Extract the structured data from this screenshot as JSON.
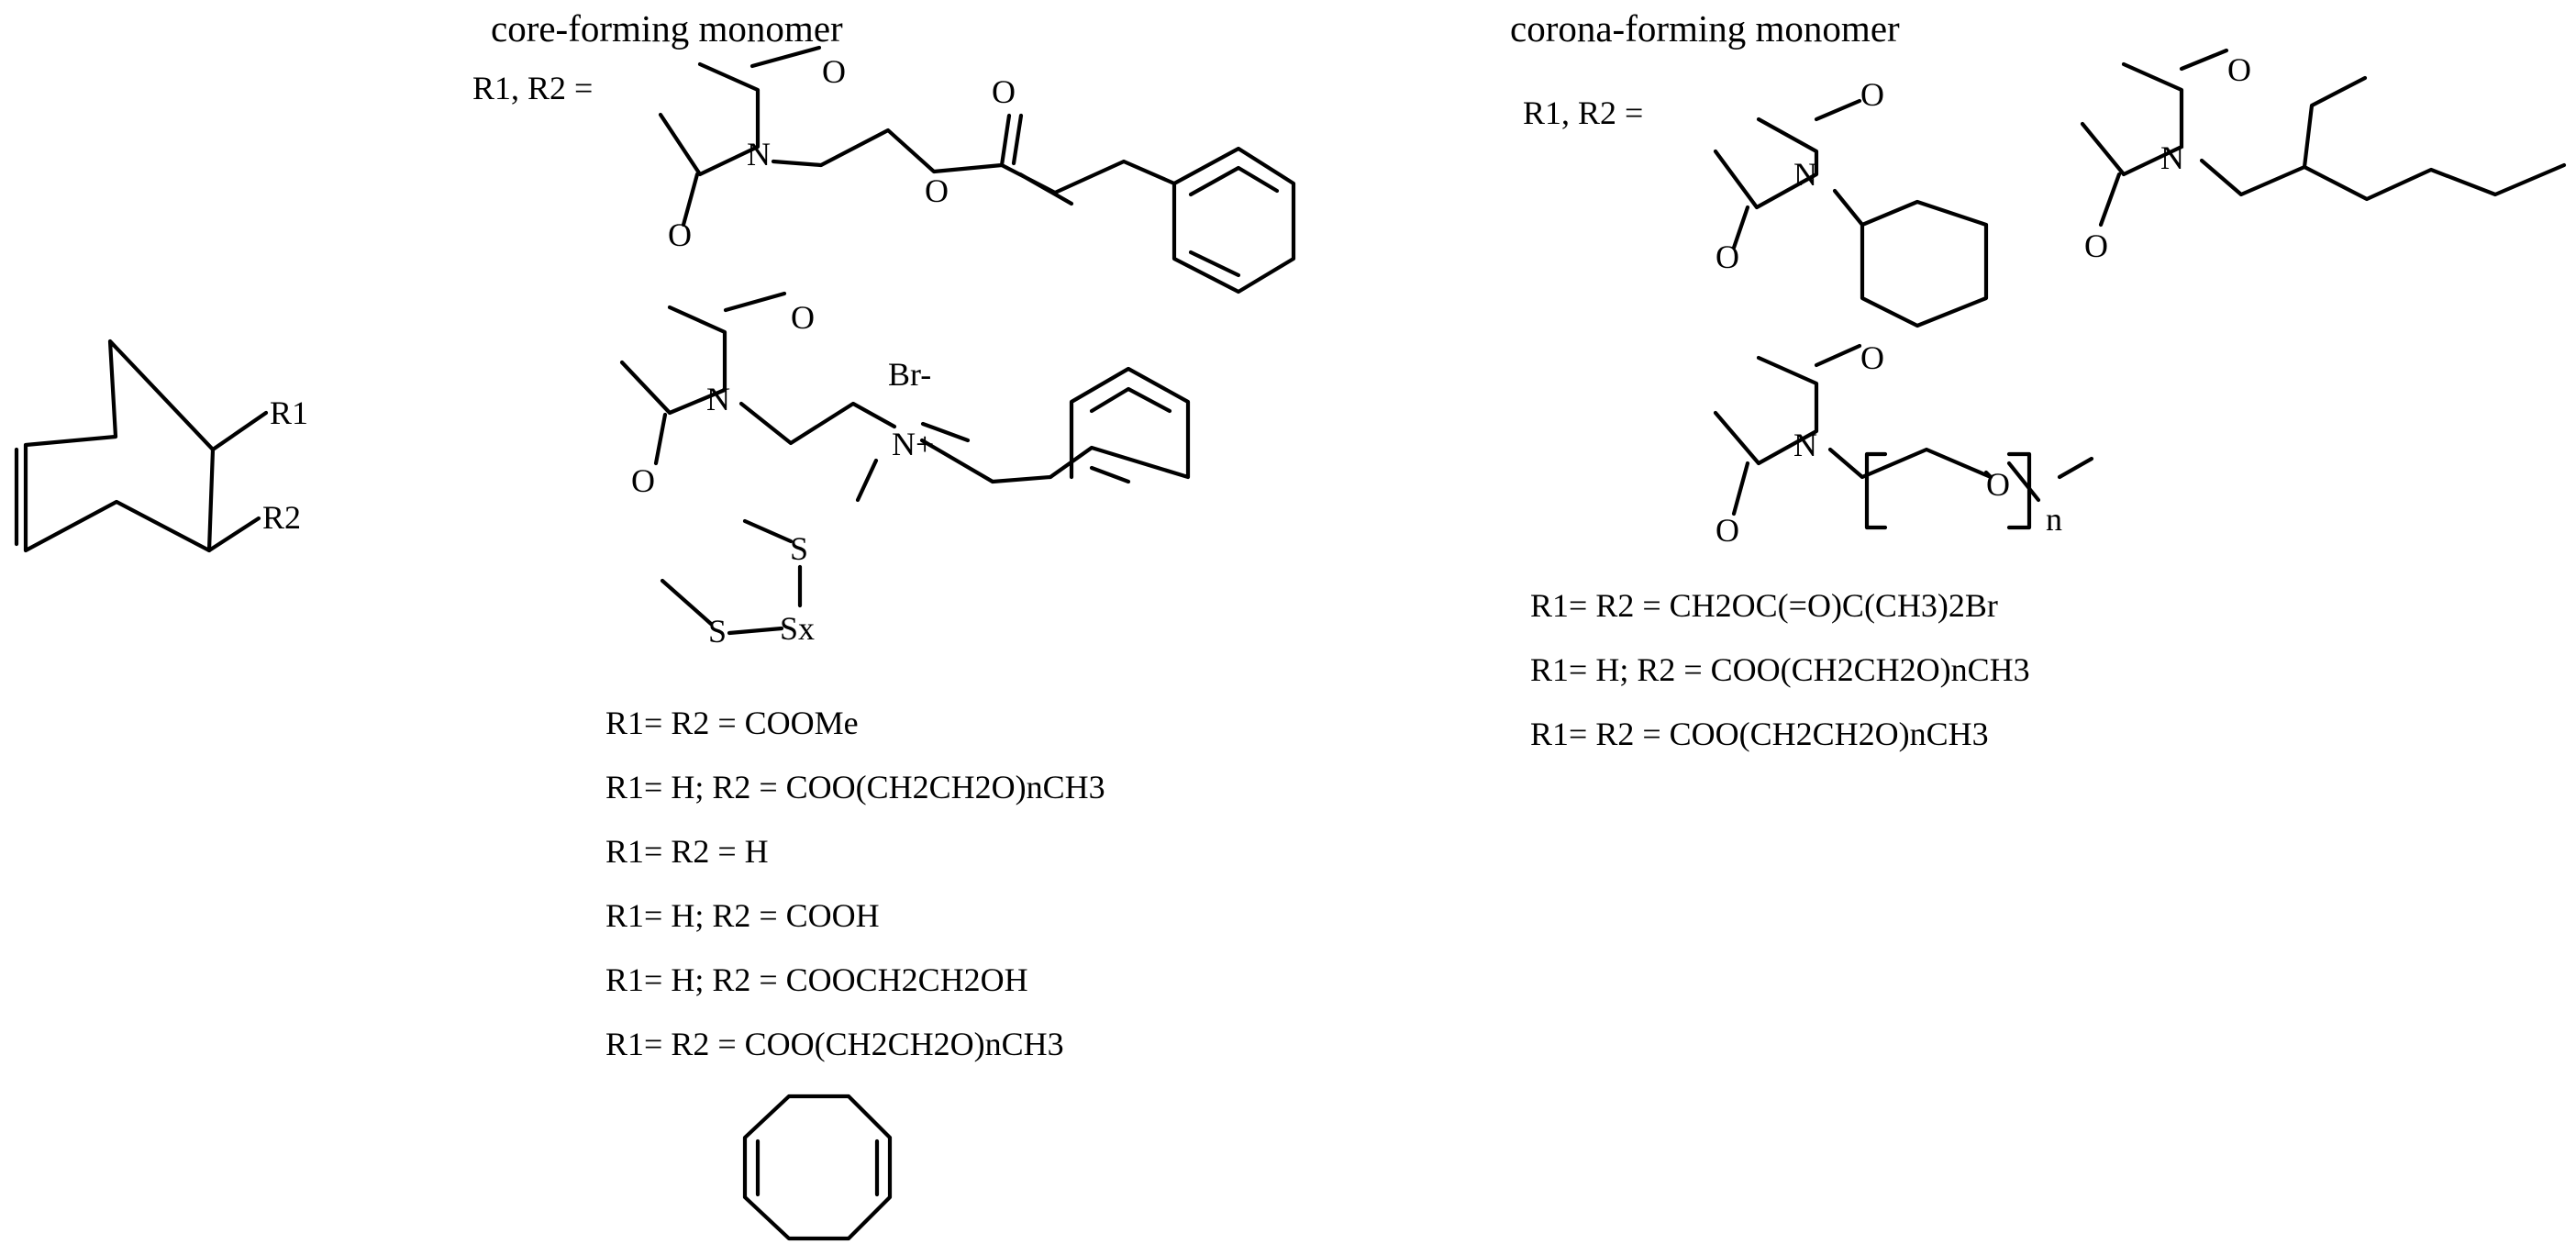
{
  "headings": {
    "core": "core-forming monomer",
    "corona": "corona-forming monomer"
  },
  "norbornene": {
    "r1": "R1",
    "r2": "R2"
  },
  "core": {
    "r_prefix": "R1, R2 =",
    "cinnamate": {
      "o1": "O",
      "o2": "O",
      "n": "N",
      "o3": "O",
      "o4": "O"
    },
    "ammonium": {
      "o1": "O",
      "o2": "O",
      "n": "N",
      "n_plus": "N+",
      "br": "Br-"
    },
    "polysulfide": {
      "s1": "S",
      "s2": "S",
      "sx": "Sx"
    },
    "substituents": [
      "R1= R2 = COOMe",
      "R1= H; R2 = COO(CH2CH2O)nCH3",
      "R1= R2 = H",
      "R1= H; R2 = COOH",
      "R1= H; R2 = COOCH2CH2OH",
      "R1= R2 = COO(CH2CH2O)nCH3"
    ],
    "extra_monomer": "cyclooctadiene"
  },
  "corona": {
    "r_prefix": "R1, R2 =",
    "cyclohexyl_imide": {
      "o1": "O",
      "o2": "O",
      "n": "N"
    },
    "ethylhexyl_imide": {
      "o1": "O",
      "o2": "O",
      "n": "N"
    },
    "peg_imide": {
      "o1": "O",
      "o2": "O",
      "n": "N",
      "o3": "O",
      "repeat": "n"
    },
    "substituents": [
      "R1= R2 = CH2OC(=O)C(CH3)2Br",
      "R1= H; R2 = COO(CH2CH2O)nCH3",
      "R1= R2 = COO(CH2CH2O)nCH3"
    ]
  }
}
